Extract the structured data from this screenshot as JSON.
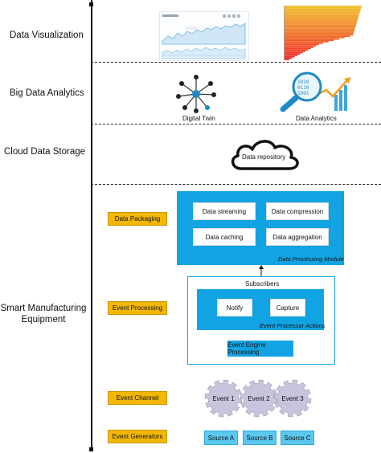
{
  "layers": {
    "data_visualization": "Data Visualization",
    "big_data_analytics": "Big Data Analytics",
    "cloud_data_storage": "Cloud Data Storage",
    "smart_manufacturing_line1": "Smart Manufacturing",
    "smart_manufacturing_line2": "Equipment"
  },
  "analytics": {
    "digital_twin": "Digital Twin",
    "data_analytics": "Data Analytics"
  },
  "storage": {
    "repository": "Data repository"
  },
  "tags": {
    "data_packaging": "Data Packaging",
    "event_processing": "Event Processing",
    "event_channel": "Event Channel",
    "event_generators": "Event Generators"
  },
  "processing_module": {
    "title": "Data Processing Module",
    "items": [
      "Data streaming",
      "Data compression",
      "Data caching",
      "Data aggregation"
    ]
  },
  "event_processor": {
    "subscribers": "Subscribers",
    "actions_title": "Event Processor Actions",
    "notify": "Notify",
    "capture": "Capture",
    "engine": "Event Engine Processing"
  },
  "events": [
    "Event 1",
    "Event 2",
    "Event 3"
  ],
  "sources": [
    "Source A",
    "Source B",
    "Source C"
  ],
  "colors": {
    "blue": "#12a3e3",
    "tag": "#f2b705",
    "source": "#5bc8f0",
    "gear": "#c9c3dc"
  }
}
